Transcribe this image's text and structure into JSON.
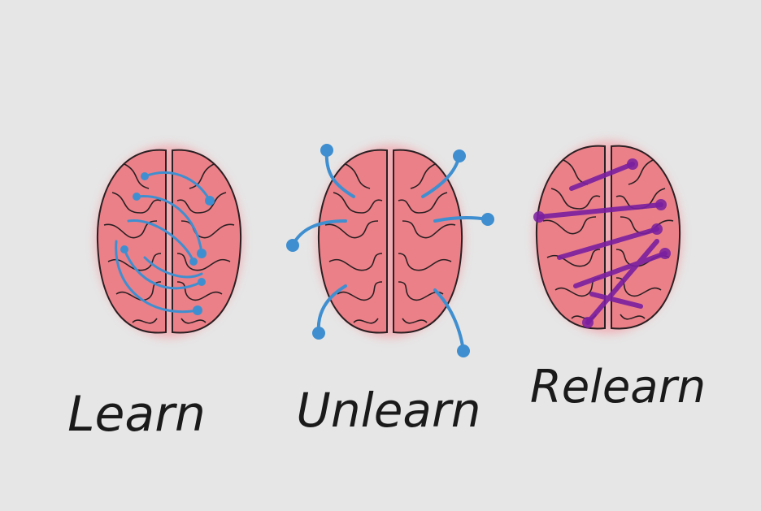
{
  "panels": [
    {
      "word": "Learn",
      "accent_color": "#3f8fd0"
    },
    {
      "word": "Unlearn",
      "accent_color": "#3f8fd0"
    },
    {
      "word": "Relearn",
      "accent_color": "#7a1fa0"
    }
  ],
  "colors": {
    "background": "#e6e6e6",
    "brain_fill": "#e8707a",
    "brain_glow": "#f3a0a8",
    "outline": "#2a1f22"
  }
}
